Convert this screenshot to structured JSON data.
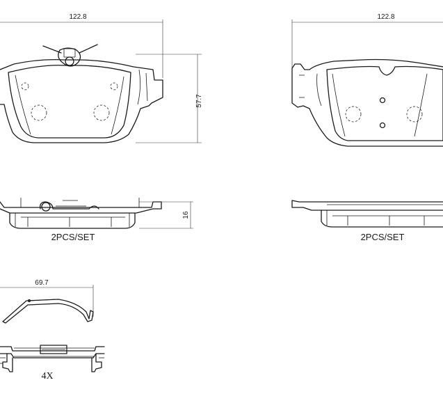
{
  "dimensions": {
    "pad_width_left": "122.8",
    "pad_width_right": "122.8",
    "pad_height": "57.7",
    "pad_thickness": "16",
    "clip_width": "69.7"
  },
  "labels": {
    "set_left": "2PCS/SET",
    "set_right": "2PCS/SET",
    "clip_quantity": "4X"
  }
}
